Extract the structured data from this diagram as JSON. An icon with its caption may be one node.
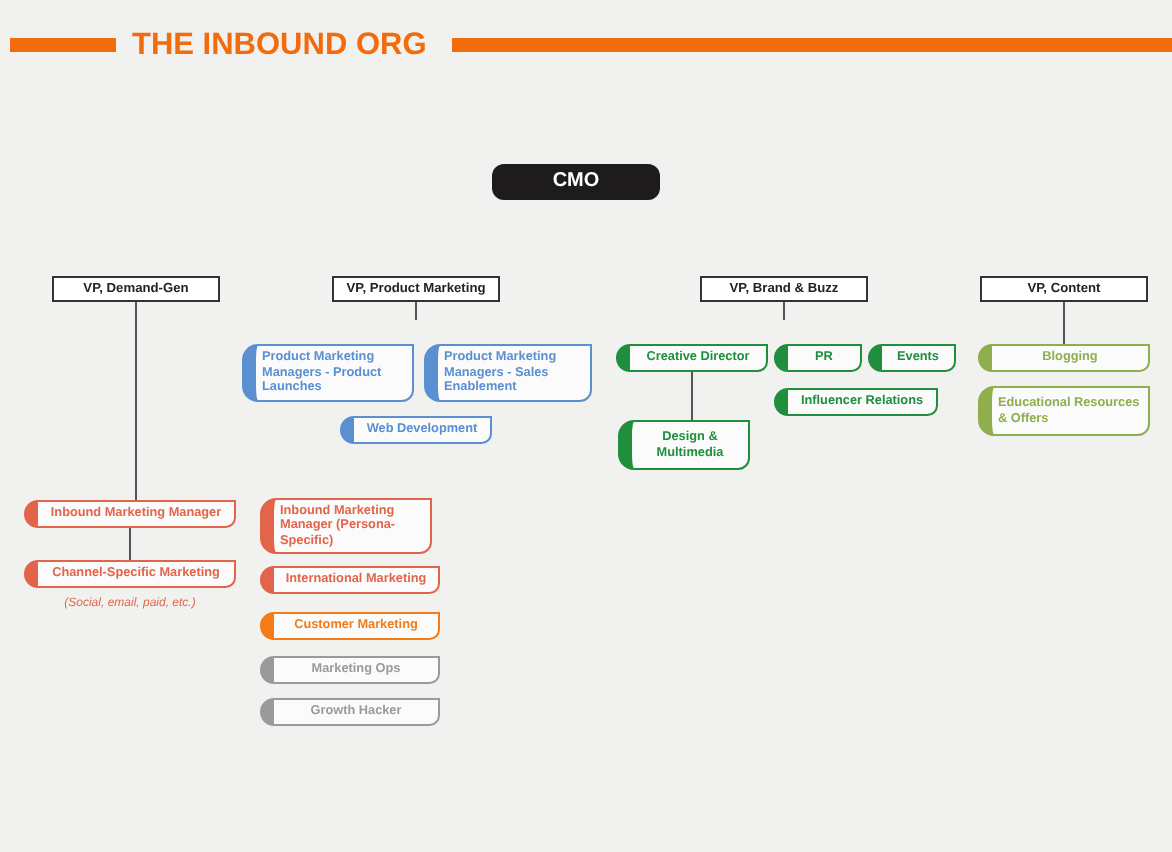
{
  "diagram": {
    "title": "THE INBOUND ORG",
    "nodes": [
      {
        "text": [
          "CMO"
        ]
      },
      {
        "text": [
          "VP, Demand-Gen"
        ]
      },
      {
        "text": [
          "VP, Product Marketing"
        ]
      },
      {
        "text": [
          "VP, Brand & Buzz"
        ]
      },
      {
        "text": [
          "VP, Content"
        ]
      },
      {
        "text": [
          "Product Marketing Managers - Product Launches"
        ]
      },
      {
        "text": [
          "Product Marketing Managers - Sales Enablement"
        ]
      },
      {
        "text": [
          "Web Development"
        ]
      },
      {
        "text": [
          "Creative Director"
        ]
      },
      {
        "text": [
          "PR"
        ]
      },
      {
        "text": [
          "Events"
        ]
      },
      {
        "text": [
          "Influencer Relations"
        ]
      },
      {
        "text": [
          "Design & Multimedia"
        ]
      },
      {
        "text": [
          "Blogging"
        ]
      },
      {
        "text": [
          "Educational Resources & Offers"
        ]
      },
      {
        "text": [
          "Inbound Marketing Manager"
        ]
      },
      {
        "text": [
          "Channel-Specific Marketing"
        ],
        "beside": [
          "(Social, email, paid, etc.)"
        ]
      },
      {
        "text": [
          "Inbound Marketing Manager (Persona-Specific)"
        ]
      },
      {
        "text": [
          "International Marketing"
        ]
      },
      {
        "text": [
          "Customer Marketing"
        ]
      },
      {
        "text": [
          "Marketing Ops"
        ]
      },
      {
        "text": [
          "Growth Hacker"
        ]
      }
    ],
    "edges": [
      {
        "from": 1,
        "to": 15,
        "arrow": "none"
      },
      {
        "from": 15,
        "to": 16,
        "arrow": "none"
      },
      {
        "from": 2,
        "to": null,
        "arrow": "none"
      },
      {
        "from": 3,
        "to": null,
        "arrow": "none"
      },
      {
        "from": 8,
        "to": 12,
        "arrow": "none"
      },
      {
        "from": 4,
        "to": 13,
        "arrow": "none"
      }
    ]
  }
}
